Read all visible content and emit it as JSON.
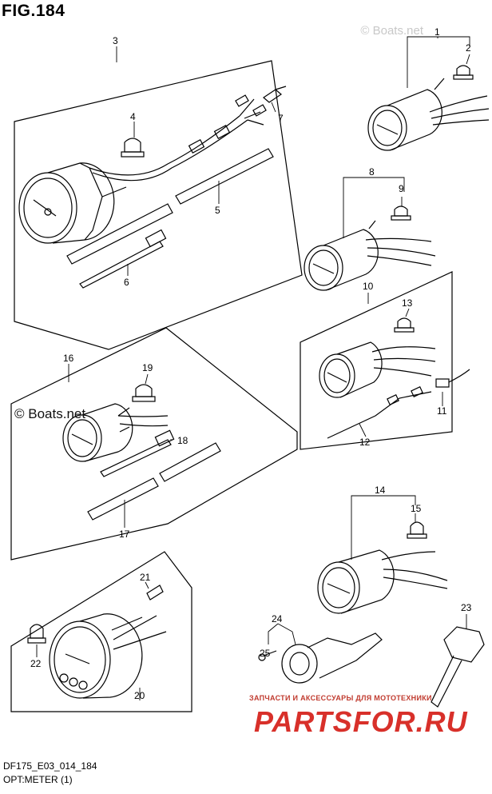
{
  "figure": {
    "title": "FIG.184",
    "footer_code": "DF175_E03_014_184",
    "footer_name": "OPT:METER (1)"
  },
  "watermarks": {
    "boats_text": "© Boats.net",
    "shop_caption": "ЗАПЧАСТИ И АКСЕССУАРЫ ДЛЯ МОТОТЕХНИКИ",
    "shop_logo": "PARTSFOR.RU"
  },
  "callouts": [
    "1",
    "2",
    "3",
    "4",
    "5",
    "6",
    "7",
    "8",
    "9",
    "10",
    "11",
    "12",
    "13",
    "14",
    "15",
    "16",
    "17",
    "18",
    "19",
    "20",
    "21",
    "22",
    "23",
    "24",
    "25"
  ]
}
